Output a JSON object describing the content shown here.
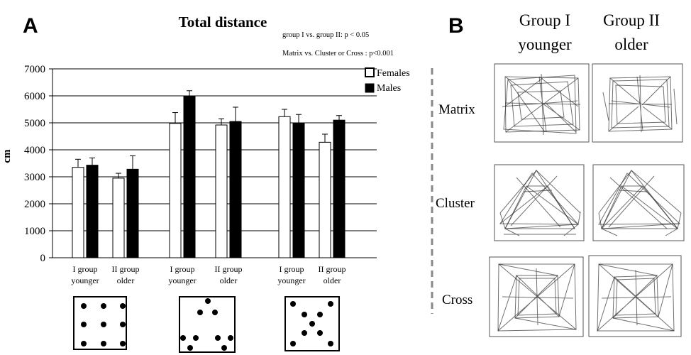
{
  "panel_a": {
    "letter": "A",
    "chart_data": {
      "type": "bar",
      "title": "Total distance",
      "ylabel": "cm",
      "xlabel": "",
      "ylim": [
        0,
        7000
      ],
      "yticks": [
        0,
        1000,
        2000,
        3000,
        4000,
        5000,
        6000,
        7000
      ],
      "grid": true,
      "legend_position": "top-right",
      "annotations": [
        "group I vs. group II:  p < 0.05",
        "Matrix  vs. Cluster or Cross : p<0.001"
      ],
      "categories": [
        [
          "I group",
          "younger"
        ],
        [
          "II group",
          "older"
        ],
        [
          "I group",
          "younger"
        ],
        [
          "II group",
          "older"
        ],
        [
          "I group",
          "younger"
        ],
        [
          "II group",
          "older"
        ]
      ],
      "series": [
        {
          "name": "Females",
          "color": "#ffffff",
          "values": [
            3350,
            2950,
            4980,
            4920,
            5230,
            4280
          ],
          "errors": [
            300,
            180,
            400,
            230,
            270,
            300
          ]
        },
        {
          "name": "Males",
          "color": "#000000",
          "values": [
            3430,
            3280,
            6000,
            5050,
            4980,
            5100
          ],
          "errors": [
            270,
            500,
            190,
            530,
            330,
            170
          ]
        }
      ]
    },
    "layouts": [
      "matrix",
      "cluster",
      "cross"
    ]
  },
  "panel_b": {
    "letter": "B",
    "columns": [
      [
        "Group I",
        "younger"
      ],
      [
        "Group II",
        "older"
      ]
    ],
    "rows": [
      "Matrix",
      "Cluster",
      "Cross"
    ]
  }
}
